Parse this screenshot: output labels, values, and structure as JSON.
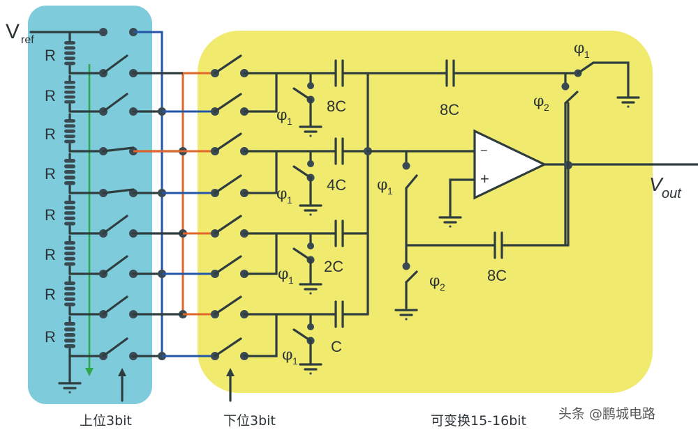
{
  "diagram": {
    "title": "Two-stage (upper/lower 3-bit) resistor-string + capacitor-array DAC",
    "colors": {
      "upper_block_bg": "#7ecbdc",
      "lower_block_bg": "#f0ea6e",
      "wire": "#2f3d3f",
      "bus_blue": "#2456a8",
      "bus_orange": "#e2662a",
      "arrow_green": "#2fa84a"
    },
    "labels": {
      "vref_main": "V",
      "vref_sub": "ref",
      "resistor": "R",
      "vout_main": "V",
      "vout_sub": "out",
      "phi": "φ",
      "phi1_sub": "1",
      "phi2_sub": "2",
      "opamp_minus": "−",
      "opamp_plus": "+"
    },
    "resistor_count": 8,
    "capacitors": {
      "c1": "8C",
      "c2": "4C",
      "c3": "2C",
      "c4": "C",
      "coupling": "8C",
      "feedback": "8C"
    },
    "annotations": {
      "upper_bits": "上位3bit",
      "lower_bits": "下位3bit",
      "resolution": "可变换15-16bit"
    },
    "watermark": "头条 @鹏城电路"
  }
}
